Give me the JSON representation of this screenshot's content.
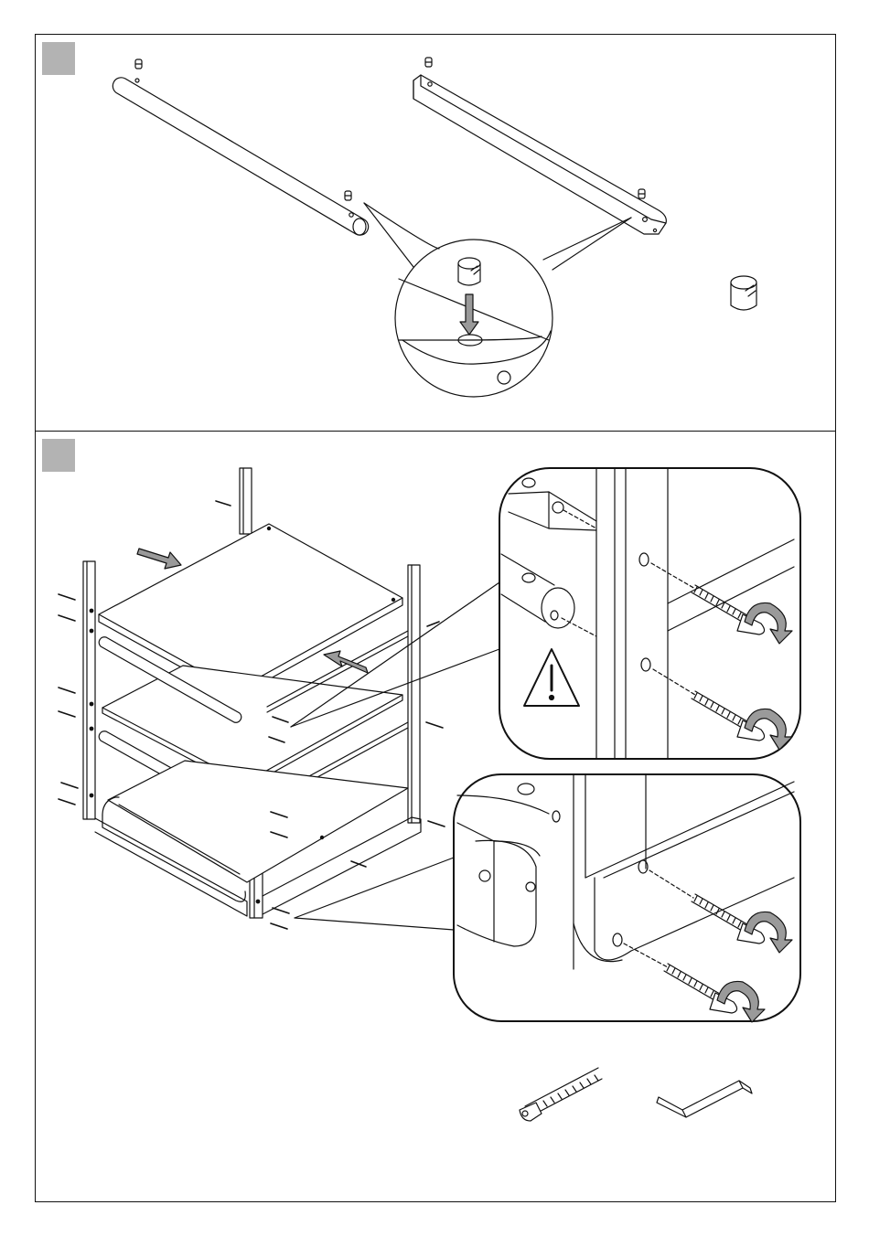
{
  "steps": [
    {
      "label": ""
    },
    {
      "label": ""
    }
  ],
  "icons": {
    "warning": "warning-triangle-icon",
    "arrow": "gray-arrow-icon",
    "rotate": "clockwise-rotate-arrow-icon"
  },
  "colors": {
    "step_box": "#b3b3b3",
    "arrow_fill": "#9a9a9a",
    "line": "#111111"
  },
  "parts_legend": [
    "cam-nut",
    "connector-bolt",
    "hex-key"
  ]
}
